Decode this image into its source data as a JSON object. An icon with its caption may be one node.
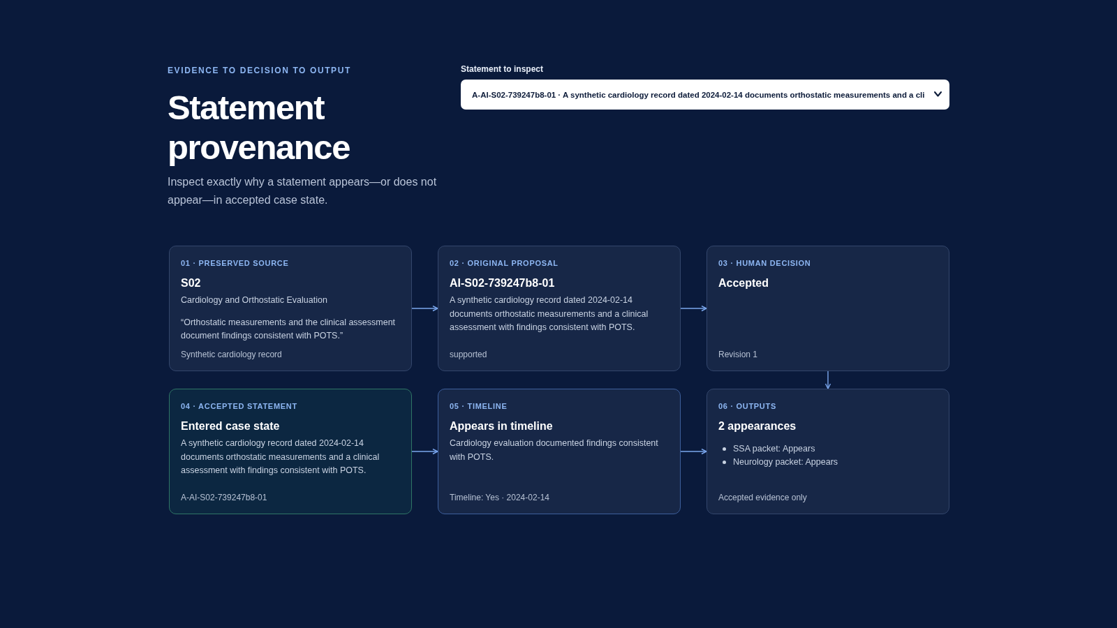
{
  "diagram": {
    "title": "Statement provenance",
    "nodes": [
      {
        "text": [
          "01 · PRESERVED SOURCE",
          "S02",
          "Cardiology and Orthostatic Evaluation",
          "“Orthostatic measurements and the clinical assessment document findings consistent with POTS.”",
          "Synthetic cardiology record"
        ]
      },
      {
        "text": [
          "02 · ORIGINAL PROPOSAL",
          "AI-S02-739247b8-01",
          "A synthetic cardiology record dated 2024-02-14 documents orthostatic measurements and a clinical assessment with findings consistent with POTS.",
          "supported"
        ]
      },
      {
        "text": [
          "03 · HUMAN DECISION",
          "Accepted",
          "Revision 1"
        ]
      },
      {
        "text": [
          "04 · ACCEPTED STATEMENT",
          "Entered case state",
          "A synthetic cardiology record dated 2024-02-14 documents orthostatic measurements and a clinical assessment with findings consistent with POTS.",
          "A-AI-S02-739247b8-01"
        ]
      },
      {
        "text": [
          "05 · TIMELINE",
          "Appears in timeline",
          "Cardiology evaluation documented findings consistent with POTS.",
          "Timeline: Yes · 2024-02-14"
        ]
      },
      {
        "text": [
          "06 · OUTPUTS",
          "2 appearances",
          "SSA packet: Appears",
          "Neurology packet: Appears",
          "Accepted evidence only"
        ]
      }
    ],
    "edges": [
      {
        "from": 0,
        "to": 1,
        "arrow": "to"
      },
      {
        "from": 1,
        "to": 2,
        "arrow": "to"
      },
      {
        "from": 2,
        "to": 5,
        "arrow": "to"
      },
      {
        "from": 3,
        "to": 4,
        "arrow": "to"
      },
      {
        "from": 4,
        "to": 5,
        "arrow": "to"
      }
    ],
    "labels": [
      "EVIDENCE TO DECISION TO OUTPUT",
      "Inspect exactly why a statement appears—or does not appear—in accepted case state.",
      "Statement to inspect",
      "A-AI-S02-739247b8-01 · A synthetic cardiology record dated 2024-02-14 documents orthostatic measurements and a cli"
    ]
  }
}
